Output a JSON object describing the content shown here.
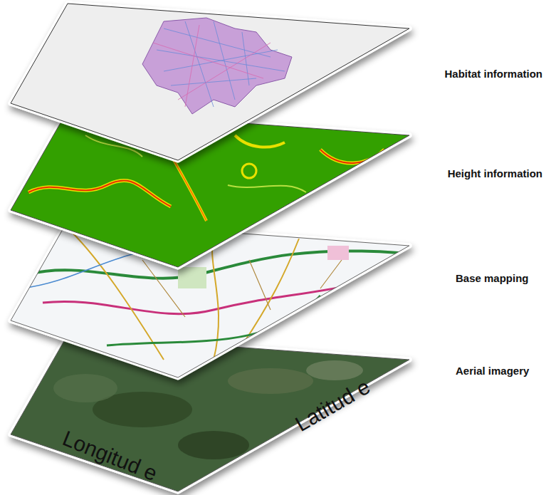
{
  "diagram": {
    "labels": [
      "Habitat information",
      "Height information",
      "Base mapping",
      "Aerial imagery",
      "Longitud e",
      "Latitud e"
    ]
  }
}
